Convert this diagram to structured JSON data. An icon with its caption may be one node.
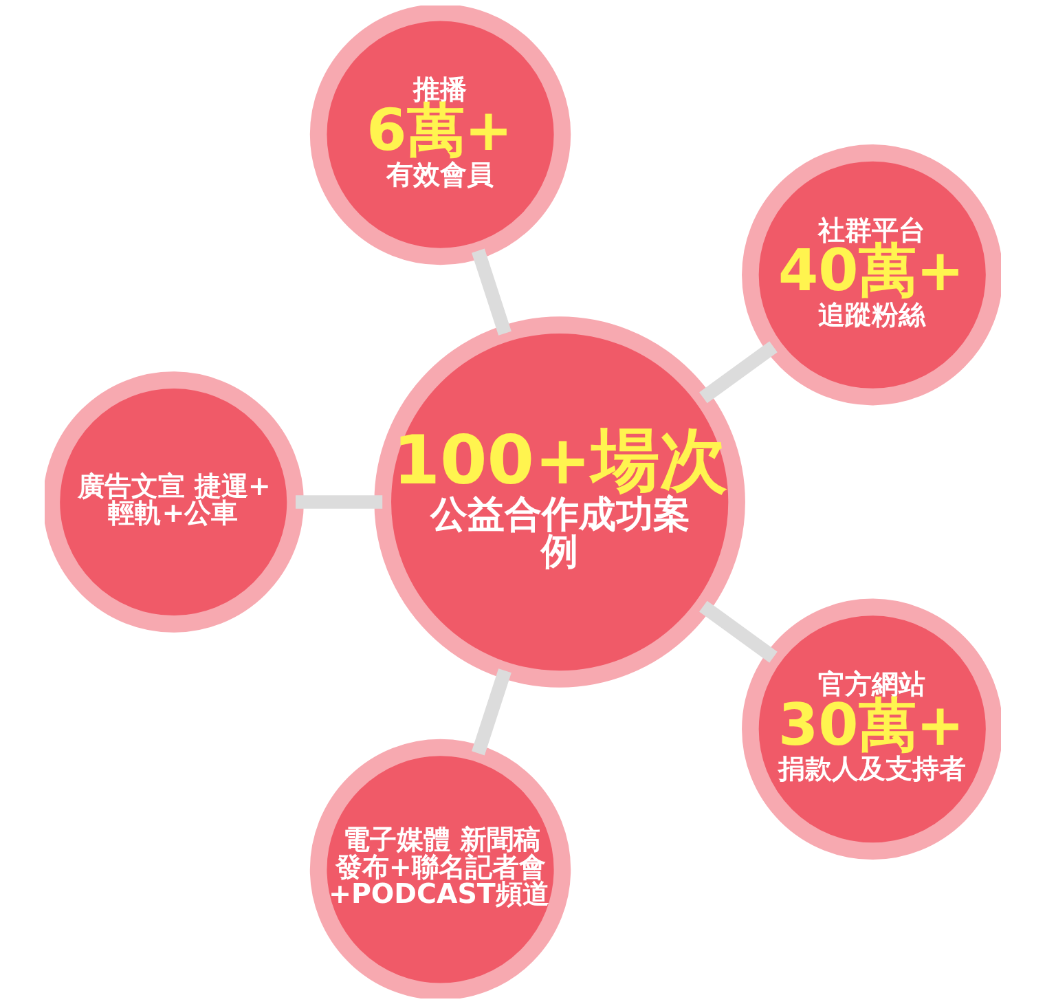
{
  "diagram": {
    "nodes": [
      {
        "text": [
          "100+場次",
          "公益合作成功案例"
        ]
      },
      {
        "text": [
          "社群平台",
          "40萬+",
          "追蹤粉絲"
        ]
      },
      {
        "text": [
          "推播",
          "6萬+",
          "有效會員"
        ]
      },
      {
        "text": [
          "廣告文宣 捷運+輕軌+公車"
        ]
      },
      {
        "text": [
          "電子媒體 新聞稿發布+聯名記者會+PODCAST頻道"
        ]
      },
      {
        "text": [
          "官方網站",
          "30萬+",
          "捐款人及支持者"
        ]
      }
    ],
    "edges": [
      {
        "from": 0,
        "to": 1,
        "arrow": "none"
      },
      {
        "from": 0,
        "to": 2,
        "arrow": "none"
      },
      {
        "from": 0,
        "to": 3,
        "arrow": "none"
      },
      {
        "from": 0,
        "to": 4,
        "arrow": "none"
      },
      {
        "from": 0,
        "to": 5,
        "arrow": "none"
      }
    ]
  }
}
